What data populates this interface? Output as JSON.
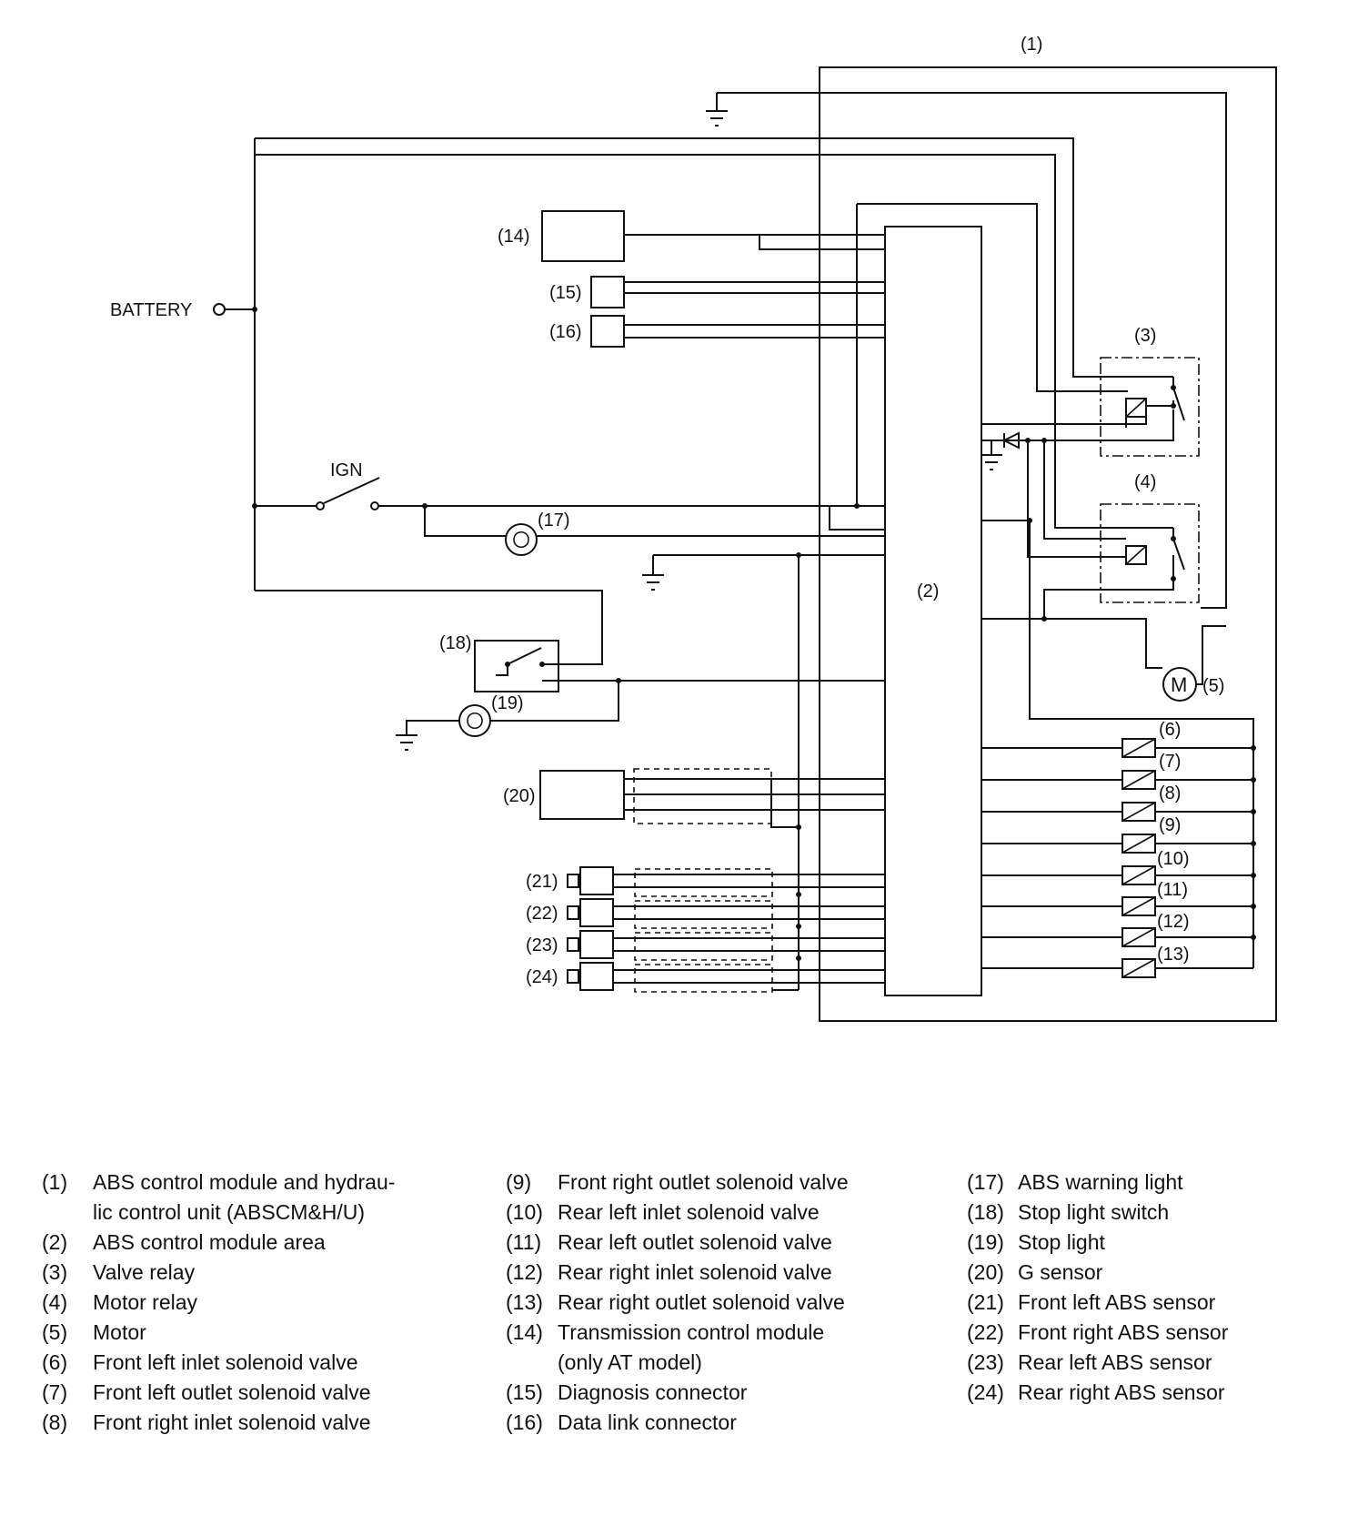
{
  "labels": {
    "n1": "(1)",
    "n2": "(2)",
    "n3": "(3)",
    "n4": "(4)",
    "n5": "(5)",
    "n6": "(6)",
    "n7": "(7)",
    "n8": "(8)",
    "n9": "(9)",
    "n10": "(10)",
    "n11": "(11)",
    "n12": "(12)",
    "n13": "(13)",
    "n14": "(14)",
    "n15": "(15)",
    "n16": "(16)",
    "n17": "(17)",
    "n18": "(18)",
    "n19": "(19)",
    "n20": "(20)",
    "n21": "(21)",
    "n22": "(22)",
    "n23": "(23)",
    "n24": "(24)",
    "battery": "BATTERY",
    "ign": "IGN",
    "motor_symbol": "M"
  },
  "legend": {
    "col1": [
      {
        "num": "(1)",
        "text": "ABS control module and hydrau-"
      },
      {
        "num": "",
        "text": "lic control unit (ABSCM&H/U)"
      },
      {
        "num": "(2)",
        "text": "ABS control module area"
      },
      {
        "num": "(3)",
        "text": "Valve relay"
      },
      {
        "num": "(4)",
        "text": "Motor relay"
      },
      {
        "num": "(5)",
        "text": "Motor"
      },
      {
        "num": "(6)",
        "text": "Front left inlet solenoid valve"
      },
      {
        "num": "(7)",
        "text": "Front left outlet solenoid valve"
      },
      {
        "num": "(8)",
        "text": "Front right inlet solenoid valve"
      }
    ],
    "col2": [
      {
        "num": "(9)",
        "text": "Front right outlet solenoid valve"
      },
      {
        "num": "(10)",
        "text": "Rear left inlet solenoid valve"
      },
      {
        "num": "(11)",
        "text": "Rear left outlet solenoid valve"
      },
      {
        "num": "(12)",
        "text": "Rear right inlet solenoid valve"
      },
      {
        "num": "(13)",
        "text": "Rear right outlet solenoid valve"
      },
      {
        "num": "(14)",
        "text": "Transmission control module"
      },
      {
        "num": "",
        "text": "(only AT model)"
      },
      {
        "num": "(15)",
        "text": "Diagnosis connector"
      },
      {
        "num": "(16)",
        "text": "Data link connector"
      }
    ],
    "col3": [
      {
        "num": "(17)",
        "text": "ABS warning light"
      },
      {
        "num": "(18)",
        "text": "Stop light switch"
      },
      {
        "num": "(19)",
        "text": "Stop light"
      },
      {
        "num": "(20)",
        "text": "G sensor"
      },
      {
        "num": "(21)",
        "text": "Front left ABS sensor"
      },
      {
        "num": "(22)",
        "text": "Front right ABS sensor"
      },
      {
        "num": "(23)",
        "text": "Rear left ABS sensor"
      },
      {
        "num": "(24)",
        "text": "Rear right ABS sensor"
      }
    ]
  }
}
